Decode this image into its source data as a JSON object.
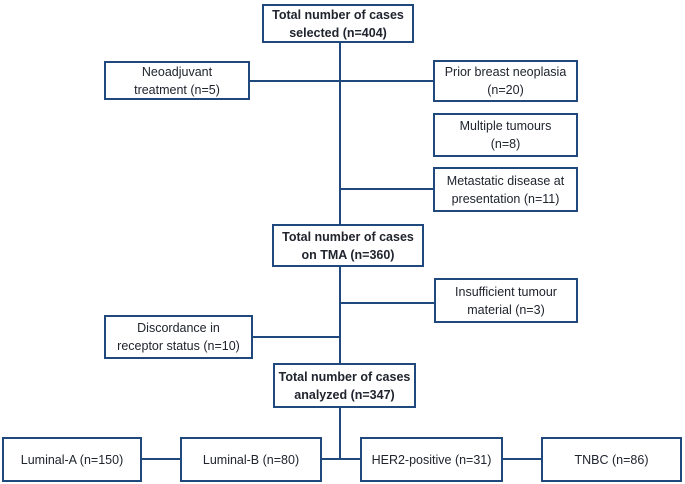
{
  "colors": {
    "line": "#1f497d",
    "text": "#20242e",
    "background": "#ffffff"
  },
  "nodes": {
    "total_selected": {
      "line1": "Total number of cases",
      "line2": "selected (n=404)"
    },
    "neoadjuvant": {
      "line1": "Neoadjuvant",
      "line2": "treatment (n=5)"
    },
    "prior_neoplasia": {
      "line1": "Prior breast neoplasia",
      "line2": "(n=20)"
    },
    "multiple_tumours": {
      "line1": "Multiple tumours",
      "line2": "(n=8)"
    },
    "metastatic": {
      "line1": "Metastatic disease at",
      "line2": "presentation (n=11)"
    },
    "total_tma": {
      "line1": "Total number of cases",
      "line2": "on TMA (n=360)"
    },
    "insufficient": {
      "line1": "Insufficient tumour",
      "line2": "material (n=3)"
    },
    "discordance": {
      "line1": "Discordance in",
      "line2": "receptor status (n=10)"
    },
    "total_analyzed": {
      "line1": "Total number of cases",
      "line2": "analyzed (n=347)"
    },
    "luminal_a": {
      "label": "Luminal-A (n=150)"
    },
    "luminal_b": {
      "label": "Luminal-B (n=80)"
    },
    "her2": {
      "label": "HER2-positive (n=31)"
    },
    "tnbc": {
      "label": "TNBC (n=86)"
    }
  }
}
